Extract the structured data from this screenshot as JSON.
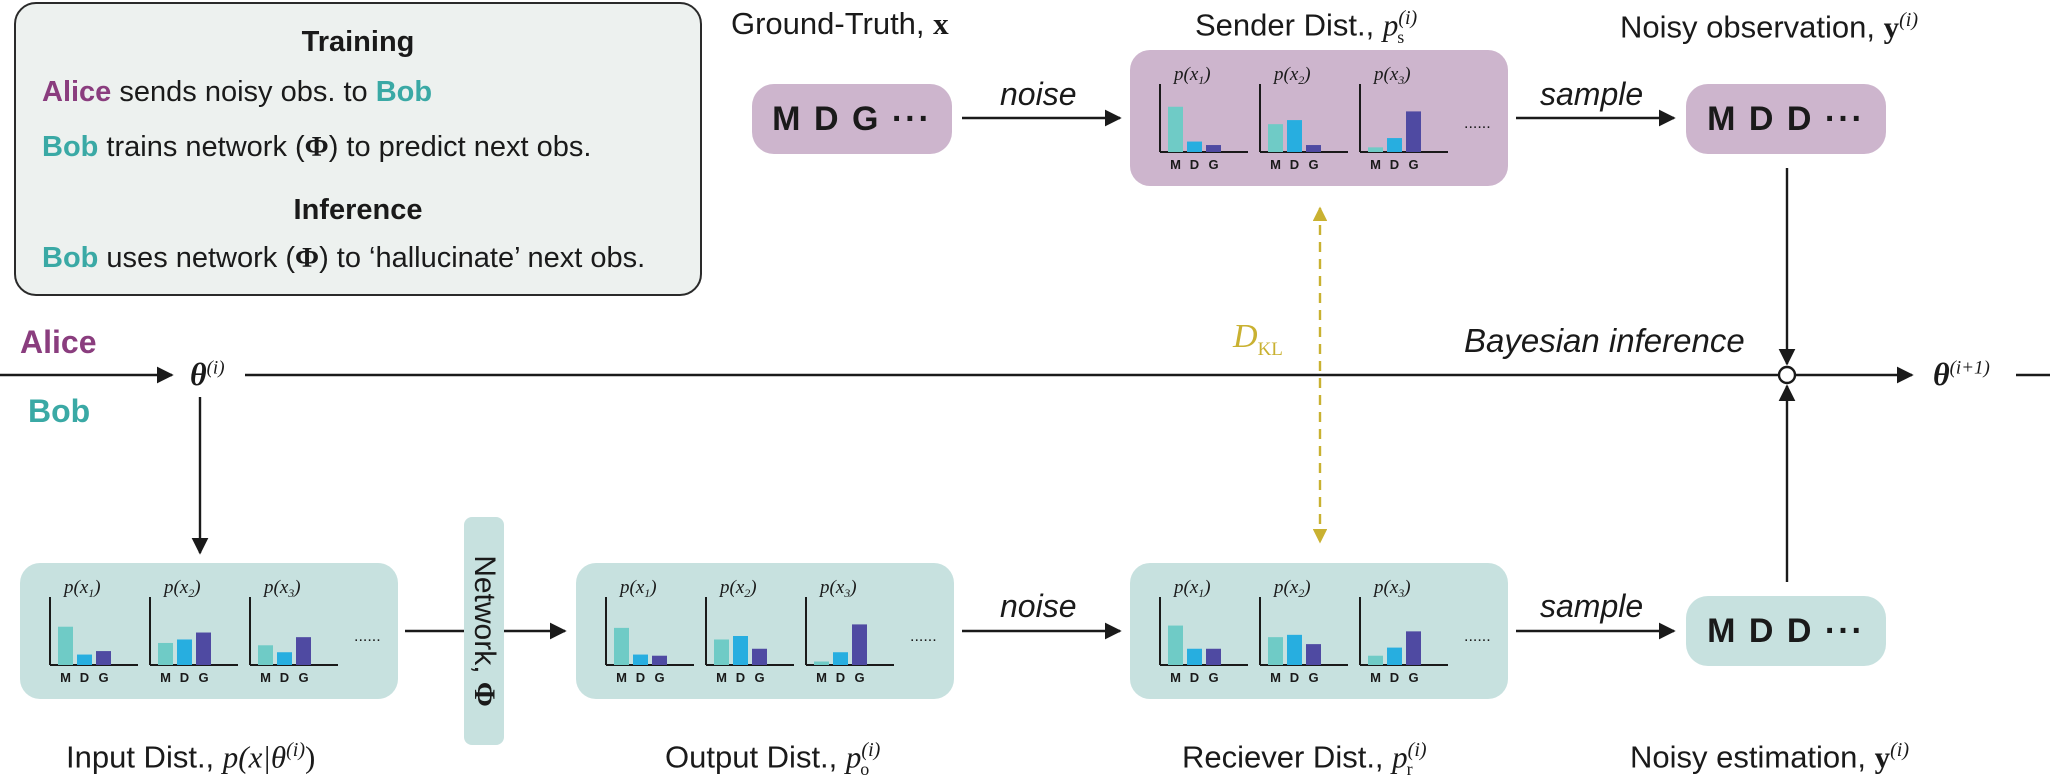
{
  "legend": {
    "training_title": "Training",
    "alice": "Alice",
    "bob": "Bob",
    "line1_mid": " sends noisy obs. to ",
    "line2_rest": " trains network (",
    "phi": "Φ",
    "line2_end": ") to predict next obs.",
    "inference_title": "Inference",
    "line3_rest": " uses network (",
    "line3_end": ") to ‘hallucinate’ next obs."
  },
  "side_labels": {
    "alice": "Alice",
    "bob": "Bob"
  },
  "top_row": {
    "ground_truth_label": "Ground-Truth, ",
    "ground_truth_symbol": "x",
    "ground_truth_seq": "M D G ···",
    "noise_label": "noise",
    "sender_label": "Sender Dist., ",
    "sender_symbol": "p",
    "sender_sub": "s",
    "sample_label": "sample",
    "noisy_obs_label": "Noisy observation, ",
    "noisy_obs_symbol": "y",
    "noisy_obs_seq": "M D D ···"
  },
  "middle": {
    "dkl": "D",
    "dkl_sub": "KL",
    "bayes_label": "Bayesian inference",
    "theta": "θ",
    "sup_i": "(i)",
    "sup_i1": "(i+1)"
  },
  "bottom_row": {
    "input_label": "Input Dist.,  ",
    "input_symbol": "p(x|θ",
    "network_label": "Network, ",
    "network_symbol": "Φ",
    "output_label": "Output Dist.,  ",
    "output_sub": "o",
    "noise_label": "noise",
    "receiver_label": "Reciever Dist.,  ",
    "receiver_sub": "r",
    "sample_label": "sample",
    "noisy_est_label": "Noisy estimation, ",
    "noisy_est_seq": "M D D ···"
  },
  "hist": {
    "headers": [
      "p(x",
      "p(x",
      "p(x"
    ],
    "subs": [
      "1",
      "2",
      "3"
    ],
    "cats": [
      "M",
      "D",
      "G"
    ],
    "dots": "......",
    "colors": [
      "#6fcbc6",
      "#27aee0",
      "#4f4aa2"
    ]
  },
  "panels": [
    {
      "name": "sender-dist",
      "values": [
        [
          0.78,
          0.18,
          0.12
        ],
        [
          0.48,
          0.55,
          0.12
        ],
        [
          0.08,
          0.24,
          0.7
        ]
      ]
    },
    {
      "name": "input-dist",
      "values": [
        [
          0.66,
          0.18,
          0.24
        ],
        [
          0.38,
          0.44,
          0.56
        ],
        [
          0.34,
          0.22,
          0.48
        ]
      ]
    },
    {
      "name": "output-dist",
      "values": [
        [
          0.64,
          0.18,
          0.16
        ],
        [
          0.44,
          0.5,
          0.28
        ],
        [
          0.06,
          0.22,
          0.7
        ]
      ]
    },
    {
      "name": "receiver-dist",
      "values": [
        [
          0.68,
          0.28,
          0.28
        ],
        [
          0.48,
          0.52,
          0.36
        ],
        [
          0.16,
          0.3,
          0.58
        ]
      ]
    }
  ],
  "colors": {
    "alice": "#8a3d7e",
    "bob": "#3aa9a5",
    "purple_box": "#cdb5cd",
    "teal_box": "#c7e1df",
    "dkl_arrow": "#c9b131"
  }
}
